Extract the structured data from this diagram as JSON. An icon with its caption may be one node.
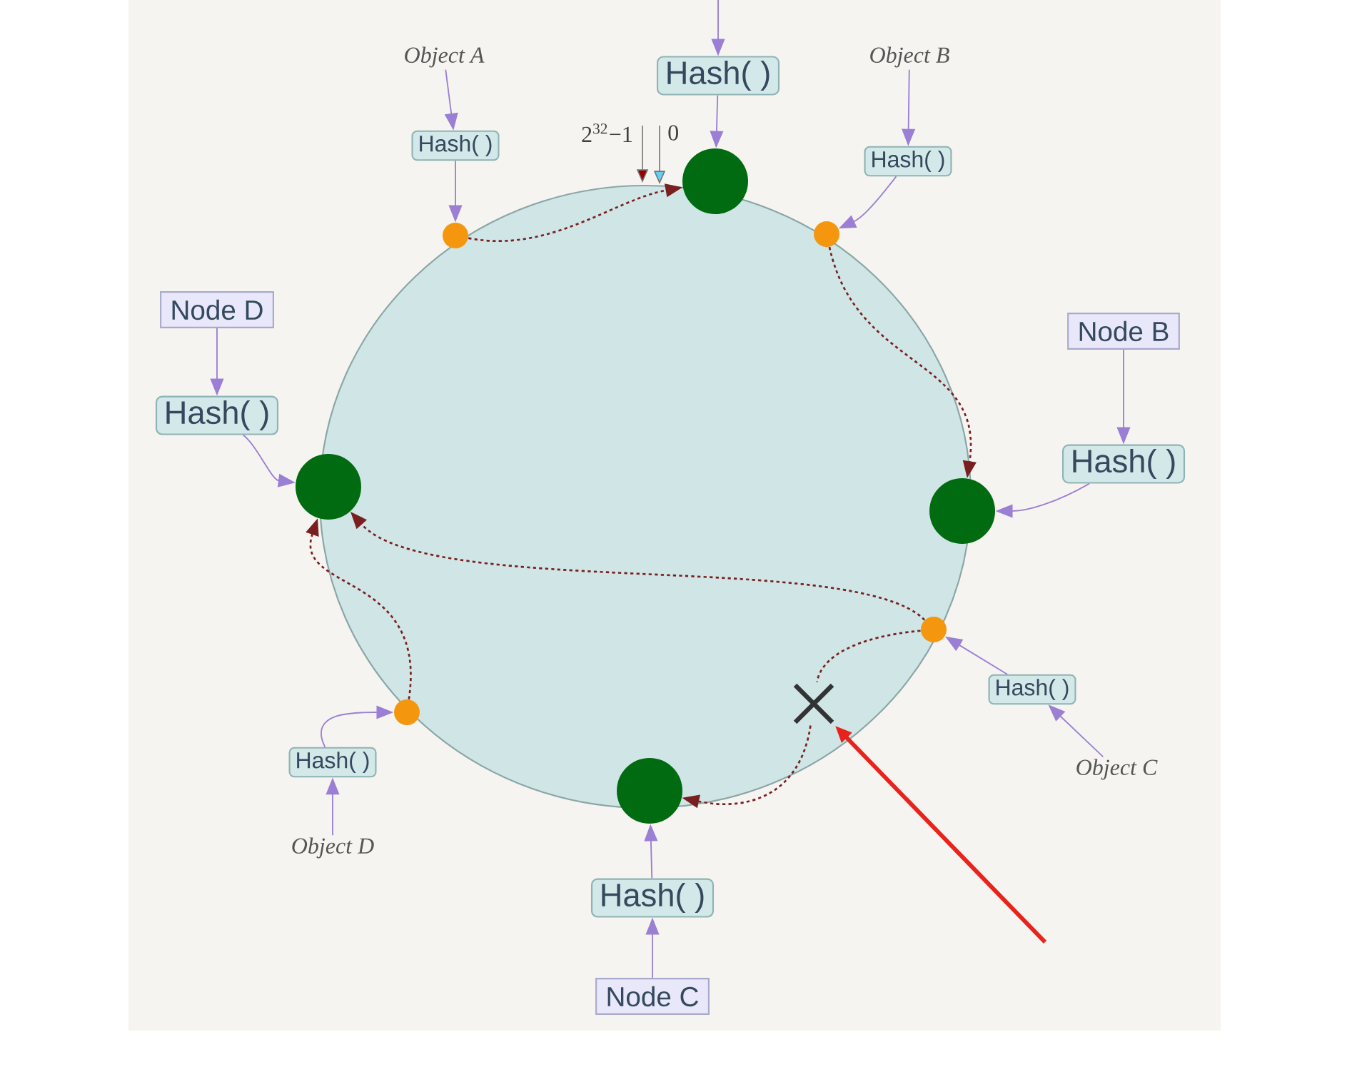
{
  "diagram": {
    "nodes": [
      {
        "text": [
          "Hash( )"
        ]
      },
      {
        "text": [],
        "shape": "circle"
      },
      {
        "text": [
          "Object A"
        ]
      },
      {
        "text": [
          "Hash( )"
        ]
      },
      {
        "text": [],
        "shape": "circle"
      },
      {
        "text": [
          "Object B"
        ]
      },
      {
        "text": [
          "Hash( )"
        ]
      },
      {
        "text": [],
        "shape": "circle"
      },
      {
        "text": [
          "Node B"
        ]
      },
      {
        "text": [
          "Hash( )"
        ]
      },
      {
        "text": [],
        "shape": "circle"
      },
      {
        "text": [],
        "shape": "circle"
      },
      {
        "text": [
          "Hash( )"
        ]
      },
      {
        "text": [
          "Object C"
        ]
      },
      {
        "text": [],
        "shape": "cross"
      },
      {
        "text": [],
        "shape": "circle"
      },
      {
        "text": [
          "Hash( )"
        ]
      },
      {
        "text": [
          "Node C"
        ]
      },
      {
        "text": [],
        "shape": "circle"
      },
      {
        "text": [
          "Hash( )"
        ]
      },
      {
        "text": [
          "Object D"
        ]
      },
      {
        "text": [],
        "shape": "circle"
      },
      {
        "text": [
          "Hash( )"
        ]
      },
      {
        "text": [
          "Node D"
        ]
      }
    ],
    "edges": [
      {
        "from": null,
        "to": 0,
        "arrow": "to"
      },
      {
        "from": 0,
        "to": 1,
        "arrow": "to"
      },
      {
        "from": 2,
        "to": 3,
        "arrow": "to"
      },
      {
        "from": 3,
        "to": 4,
        "arrow": "to"
      },
      {
        "from": 4,
        "to": 1,
        "arrow": "to",
        "style": "dashed",
        "color": "#7a1f1f"
      },
      {
        "from": 5,
        "to": 6,
        "arrow": "to"
      },
      {
        "from": 6,
        "to": 7,
        "arrow": "to"
      },
      {
        "from": 7,
        "to": 10,
        "arrow": "to",
        "style": "dashed",
        "color": "#7a1f1f"
      },
      {
        "from": 8,
        "to": 9,
        "arrow": "to"
      },
      {
        "from": 9,
        "to": 10,
        "arrow": "to"
      },
      {
        "from": 12,
        "to": 11,
        "arrow": "to"
      },
      {
        "from": 13,
        "to": 12,
        "arrow": "to"
      },
      {
        "from": 11,
        "to": 21,
        "arrow": "to",
        "style": "dashed",
        "color": "#7a1f1f"
      },
      {
        "from": 11,
        "to": 14,
        "arrow": "none",
        "style": "dashed",
        "color": "#7a1f1f"
      },
      {
        "from": 14,
        "to": 15,
        "arrow": "to",
        "style": "dashed",
        "color": "#7a1f1f"
      },
      {
        "from": 17,
        "to": 16,
        "arrow": "to"
      },
      {
        "from": 16,
        "to": 15,
        "arrow": "to"
      },
      {
        "from": 20,
        "to": 19,
        "arrow": "to"
      },
      {
        "from": 19,
        "to": 18,
        "arrow": "to"
      },
      {
        "from": 18,
        "to": 21,
        "arrow": "to",
        "style": "dashed",
        "color": "#7a1f1f"
      },
      {
        "from": 23,
        "to": 22,
        "arrow": "to"
      },
      {
        "from": 22,
        "to": 21,
        "arrow": "to"
      },
      {
        "from": null,
        "to": 14,
        "arrow": "to",
        "style": "thick",
        "color": "#e8231c"
      }
    ],
    "labels": [
      "2$^{32}$−1",
      "0"
    ]
  }
}
